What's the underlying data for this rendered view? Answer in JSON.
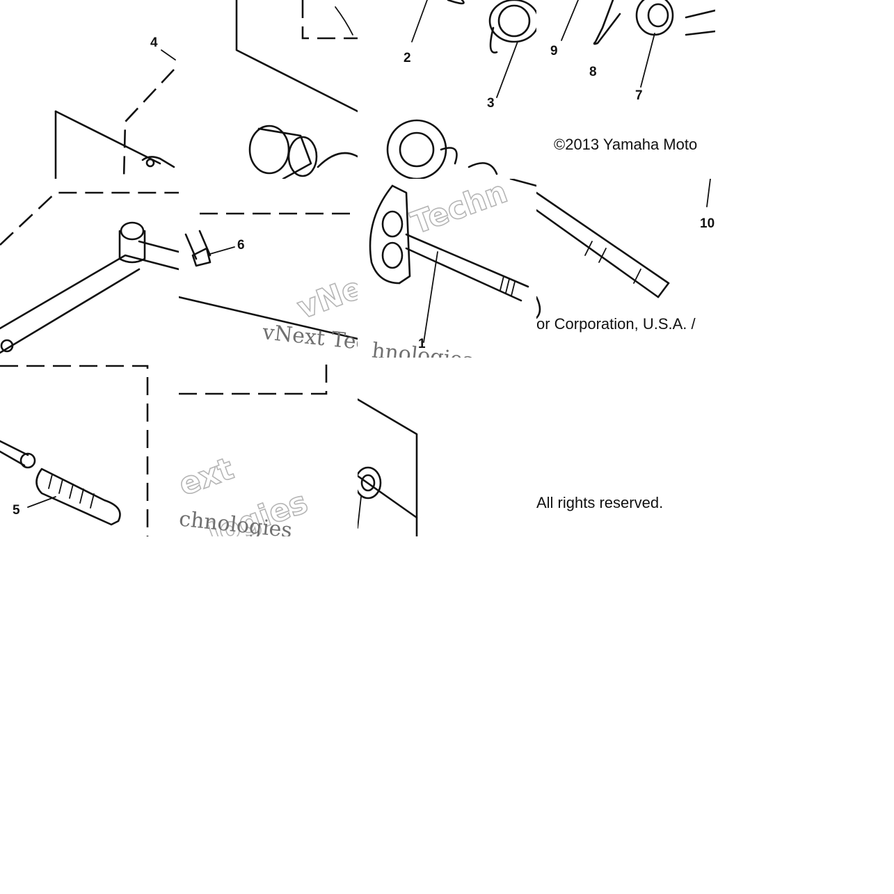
{
  "callouts": {
    "c1": "1",
    "c2": "2",
    "c3": "3",
    "c4": "4",
    "c5": "5",
    "c6": "6",
    "c7": "7",
    "c8": "8",
    "c9": "9",
    "c10": "10"
  },
  "copyright": {
    "line1": "©2013 Yamaha Moto",
    "line2": "or Corporation, U.S.A. /",
    "line3": "All rights reserved."
  },
  "watermark": {
    "brand_a": "vNext Tec",
    "brand_b": "hnologies",
    "outline_a": "Techn",
    "outline_b": "vNe",
    "outline_c": "ext",
    "outline_d": "logies",
    "outline_e": "ologies",
    "fragment": "chnologies"
  }
}
